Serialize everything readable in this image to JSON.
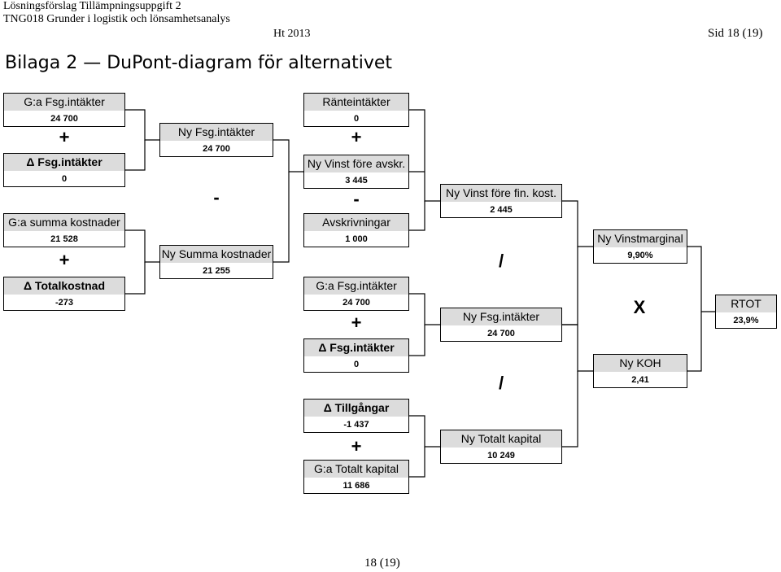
{
  "header": {
    "line1": "Lösningsförslag Tillämpningsuppgift 2",
    "line2": "TNG018 Grunder i logistik och lönsamhetsanalys",
    "term": "Ht 2013",
    "page": "Sid 18 (19)"
  },
  "title": "Bilaga 2 — DuPont-diagram för alternativet",
  "boxes": {
    "ga_fsg_1": {
      "label": "G:a Fsg.intäkter",
      "value": "24 700"
    },
    "delta_fsg_1": {
      "label": "Δ Fsg.intäkter",
      "value": "0"
    },
    "ga_summa_kostnader": {
      "label": "G:a summa kostnader",
      "value": "21 528"
    },
    "delta_totalkostnad": {
      "label": "Δ Totalkostnad",
      "value": "-273"
    },
    "ny_fsg_1": {
      "label": "Ny Fsg.intäkter",
      "value": "24 700"
    },
    "ny_summa_kostnader": {
      "label": "Ny Summa kostnader",
      "value": "21 255"
    },
    "ranteintakter": {
      "label": "Ränteintäkter",
      "value": "0"
    },
    "ny_vinst_fore_avskr": {
      "label": "Ny Vinst före avskr.",
      "value": "3 445"
    },
    "avskrivningar": {
      "label": "Avskrivningar",
      "value": "1 000"
    },
    "ga_fsg_2": {
      "label": "G:a Fsg.intäkter",
      "value": "24 700"
    },
    "delta_fsg_2": {
      "label": "Δ Fsg.intäkter",
      "value": "0"
    },
    "delta_tillgangar": {
      "label": "Δ Tillgångar",
      "value": "-1 437"
    },
    "ga_totalt_kapital": {
      "label": "G:a Totalt kapital",
      "value": "11 686"
    },
    "ny_vinst_fore_fin_kost": {
      "label": "Ny Vinst före fin. kost.",
      "value": "2 445"
    },
    "ny_fsg_2": {
      "label": "Ny Fsg.intäkter",
      "value": "24 700"
    },
    "ny_totalt_kapital": {
      "label": "Ny Totalt kapital",
      "value": "10 249"
    },
    "ny_vinstmarginal": {
      "label": "Ny Vinstmarginal",
      "value": "9,90%"
    },
    "ny_koh": {
      "label": "Ny KOH",
      "value": "2,41"
    },
    "rtot": {
      "label": "RTOT",
      "value": "23,9%"
    }
  },
  "operators": {
    "plus": "+",
    "minus": "-",
    "divide": "/",
    "times": "X"
  },
  "footer": "18 (19)"
}
